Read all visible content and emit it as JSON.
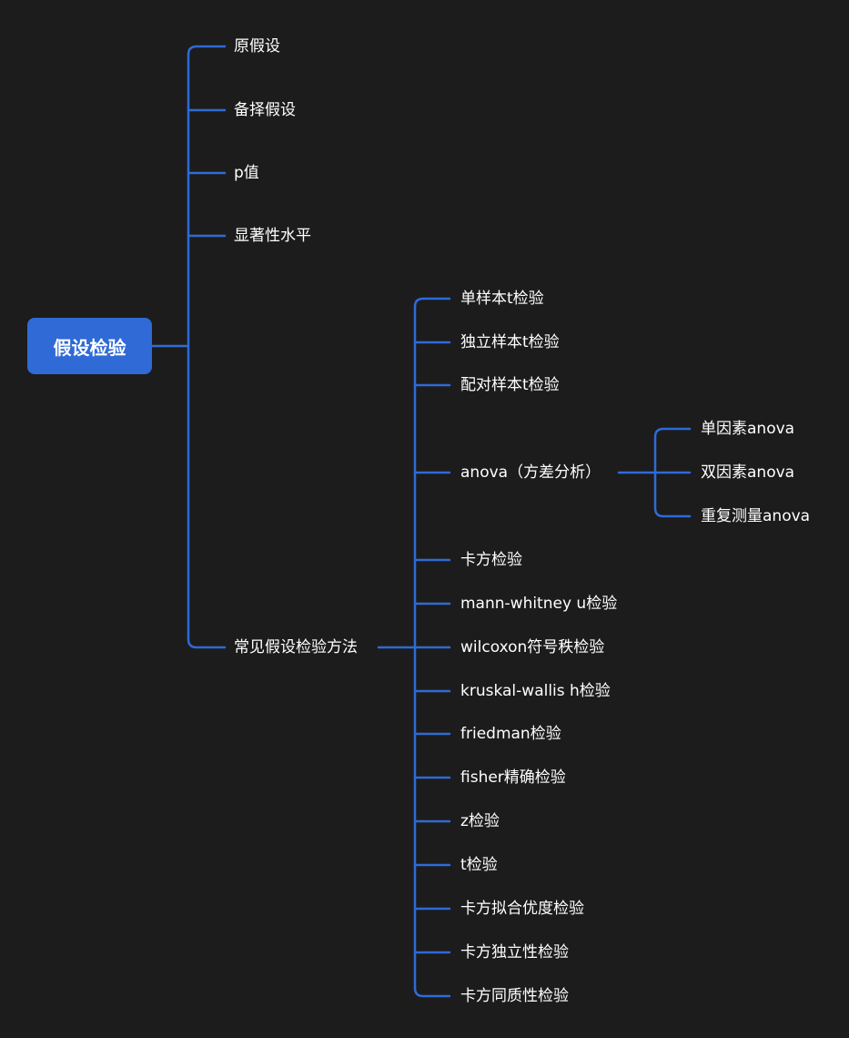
{
  "mindmap": {
    "root": {
      "label": "假设检验"
    },
    "level1": [
      {
        "label": "原假设"
      },
      {
        "label": "备择假设"
      },
      {
        "label": "p值"
      },
      {
        "label": "显著性水平"
      },
      {
        "label": "常见假设检验方法"
      }
    ],
    "methods": [
      {
        "label": "单样本t检验"
      },
      {
        "label": "独立样本t检验"
      },
      {
        "label": "配对样本t检验"
      },
      {
        "label": "anova（方差分析）"
      },
      {
        "label": "卡方检验"
      },
      {
        "label": "mann-whitney u检验"
      },
      {
        "label": "wilcoxon符号秩检验"
      },
      {
        "label": "kruskal-wallis h检验"
      },
      {
        "label": "friedman检验"
      },
      {
        "label": "fisher精确检验"
      },
      {
        "label": "z检验"
      },
      {
        "label": "t检验"
      },
      {
        "label": "卡方拟合优度检验"
      },
      {
        "label": "卡方独立性检验"
      },
      {
        "label": "卡方同质性检验"
      }
    ],
    "anova_children": [
      {
        "label": "单因素anova"
      },
      {
        "label": "双因素anova"
      },
      {
        "label": "重复测量anova"
      }
    ],
    "colors": {
      "background": "#1c1c1c",
      "connector": "#2f6ad6",
      "root_fill": "#2f6ad6",
      "text": "#ffffff"
    }
  }
}
